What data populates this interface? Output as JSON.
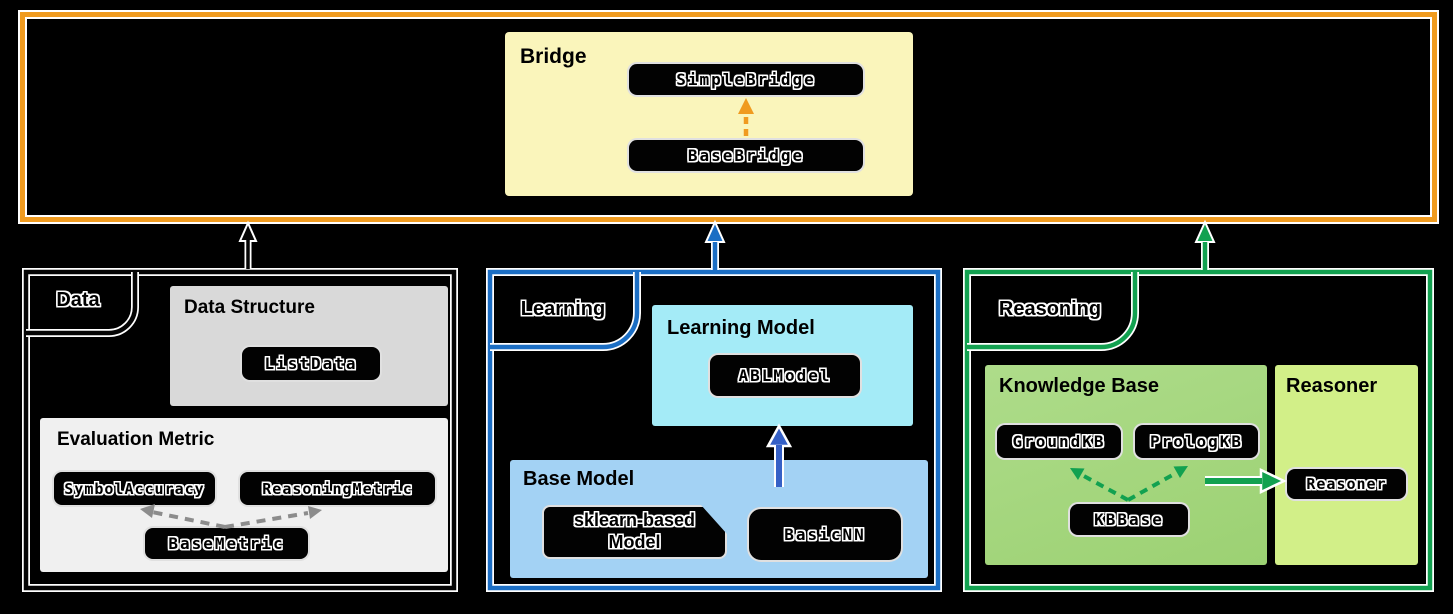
{
  "bridge": {
    "title": "Bridge",
    "simple_bridge": "SimpleBridge",
    "base_bridge": "BaseBridge"
  },
  "data": {
    "tab": "Data",
    "data_structure_title": "Data Structure",
    "list_data": "ListData",
    "evaluation_metric_title": "Evaluation Metric",
    "symbol_accuracy": "SymbolAccuracy",
    "reasoning_metric": "ReasoningMetric",
    "base_metric": "BaseMetric"
  },
  "learning": {
    "tab": "Learning",
    "learning_model_title": "Learning Model",
    "abl_model": "ABLModel",
    "base_model_title": "Base Model",
    "sklearn_model": "sklearn-based\nModel",
    "basic_nn": "BasicNN"
  },
  "reasoning": {
    "tab": "Reasoning",
    "knowledge_base_title": "Knowledge Base",
    "ground_kb": "GroundKB",
    "prolog_kb": "PrologKB",
    "kb_base": "KBBase",
    "reasoner_title": "Reasoner",
    "reasoner": "Reasoner"
  },
  "colors": {
    "background": "#000000",
    "bridge_border_orange": "#F09B1F",
    "bridge_fill_yellow": "#FAF5BB",
    "learning_border_blue": "#1B6EC4",
    "learning_model_fill_cyan": "#A4EBF7",
    "base_model_fill_blue": "#A3D2F4",
    "model_arrow_blue": "#3560C6",
    "reasoning_border_green": "#12A150",
    "knowledge_base_fill_green": "#A6D77D",
    "reasoner_fill_lightgreen": "#D2EF88",
    "data_structure_fill_gray": "#D9D9D9",
    "evaluation_metric_fill_gray": "#F0F0F0",
    "metric_arrow_gray": "#8C8C8C",
    "chip_background": "#020202",
    "chip_text_outline": "#FFFFFF"
  }
}
